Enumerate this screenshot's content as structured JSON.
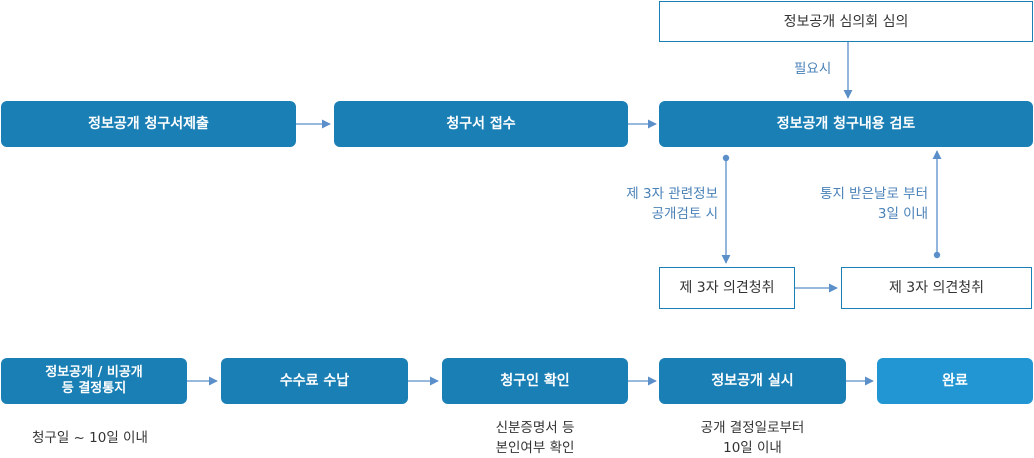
{
  "colors": {
    "box_dark": "#1a7fb5",
    "box_light": "#2196d3",
    "arrow": "#5b8fc9",
    "condition_text": "#4a82b8",
    "note_text": "#333333"
  },
  "top": {
    "review_committee": "정보공개 심의회 심의",
    "if_needed": "필요시"
  },
  "row1": {
    "submit": "정보공개 청구서제출",
    "receipt": "청구서 접수",
    "review": "정보공개 청구내용 검토"
  },
  "third_party": {
    "condition_line1": "제 3자 관련정보",
    "condition_line2": "공개검토 시",
    "notice_line1": "통지 받은날로 부터",
    "notice_line2": "3일 이내",
    "opinion_left": "제 3자 의견청취",
    "opinion_right": "제 3자 의견청취"
  },
  "row2": {
    "decision_line1": "정보공개 / 비공개",
    "decision_line2": "등 결정통지",
    "fee": "수수료 수납",
    "identity": "청구인 확인",
    "disclosure": "정보공개 실시",
    "complete": "완료"
  },
  "notes": {
    "decision_deadline": "청구일 ~ 10일 이내",
    "identity_line1": "신분증명서 등",
    "identity_line2": "본인여부 확인",
    "disclosure_line1": "공개 결정일로부터",
    "disclosure_line2": "10일 이내"
  }
}
